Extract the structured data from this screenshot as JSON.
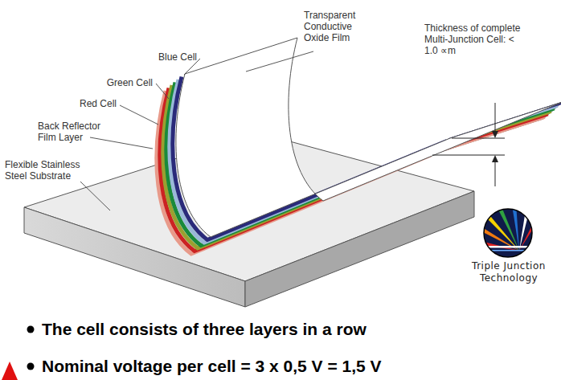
{
  "diagram": {
    "labels": [
      "Transparent Conductive Oxide Film",
      "Blue Cell",
      "Green Cell",
      "Red Cell",
      "Back Reflector Film Layer",
      "Flexible Stainless Steel Substrate",
      "Thickness of complete Multi-Junction Cell: < 1.0 ∝m",
      "Triple Junction Technology",
      "The cell consists of three layers in a row",
      "Nominal voltage per cell = 3 x 0,5 V = 1,5 V"
    ]
  }
}
